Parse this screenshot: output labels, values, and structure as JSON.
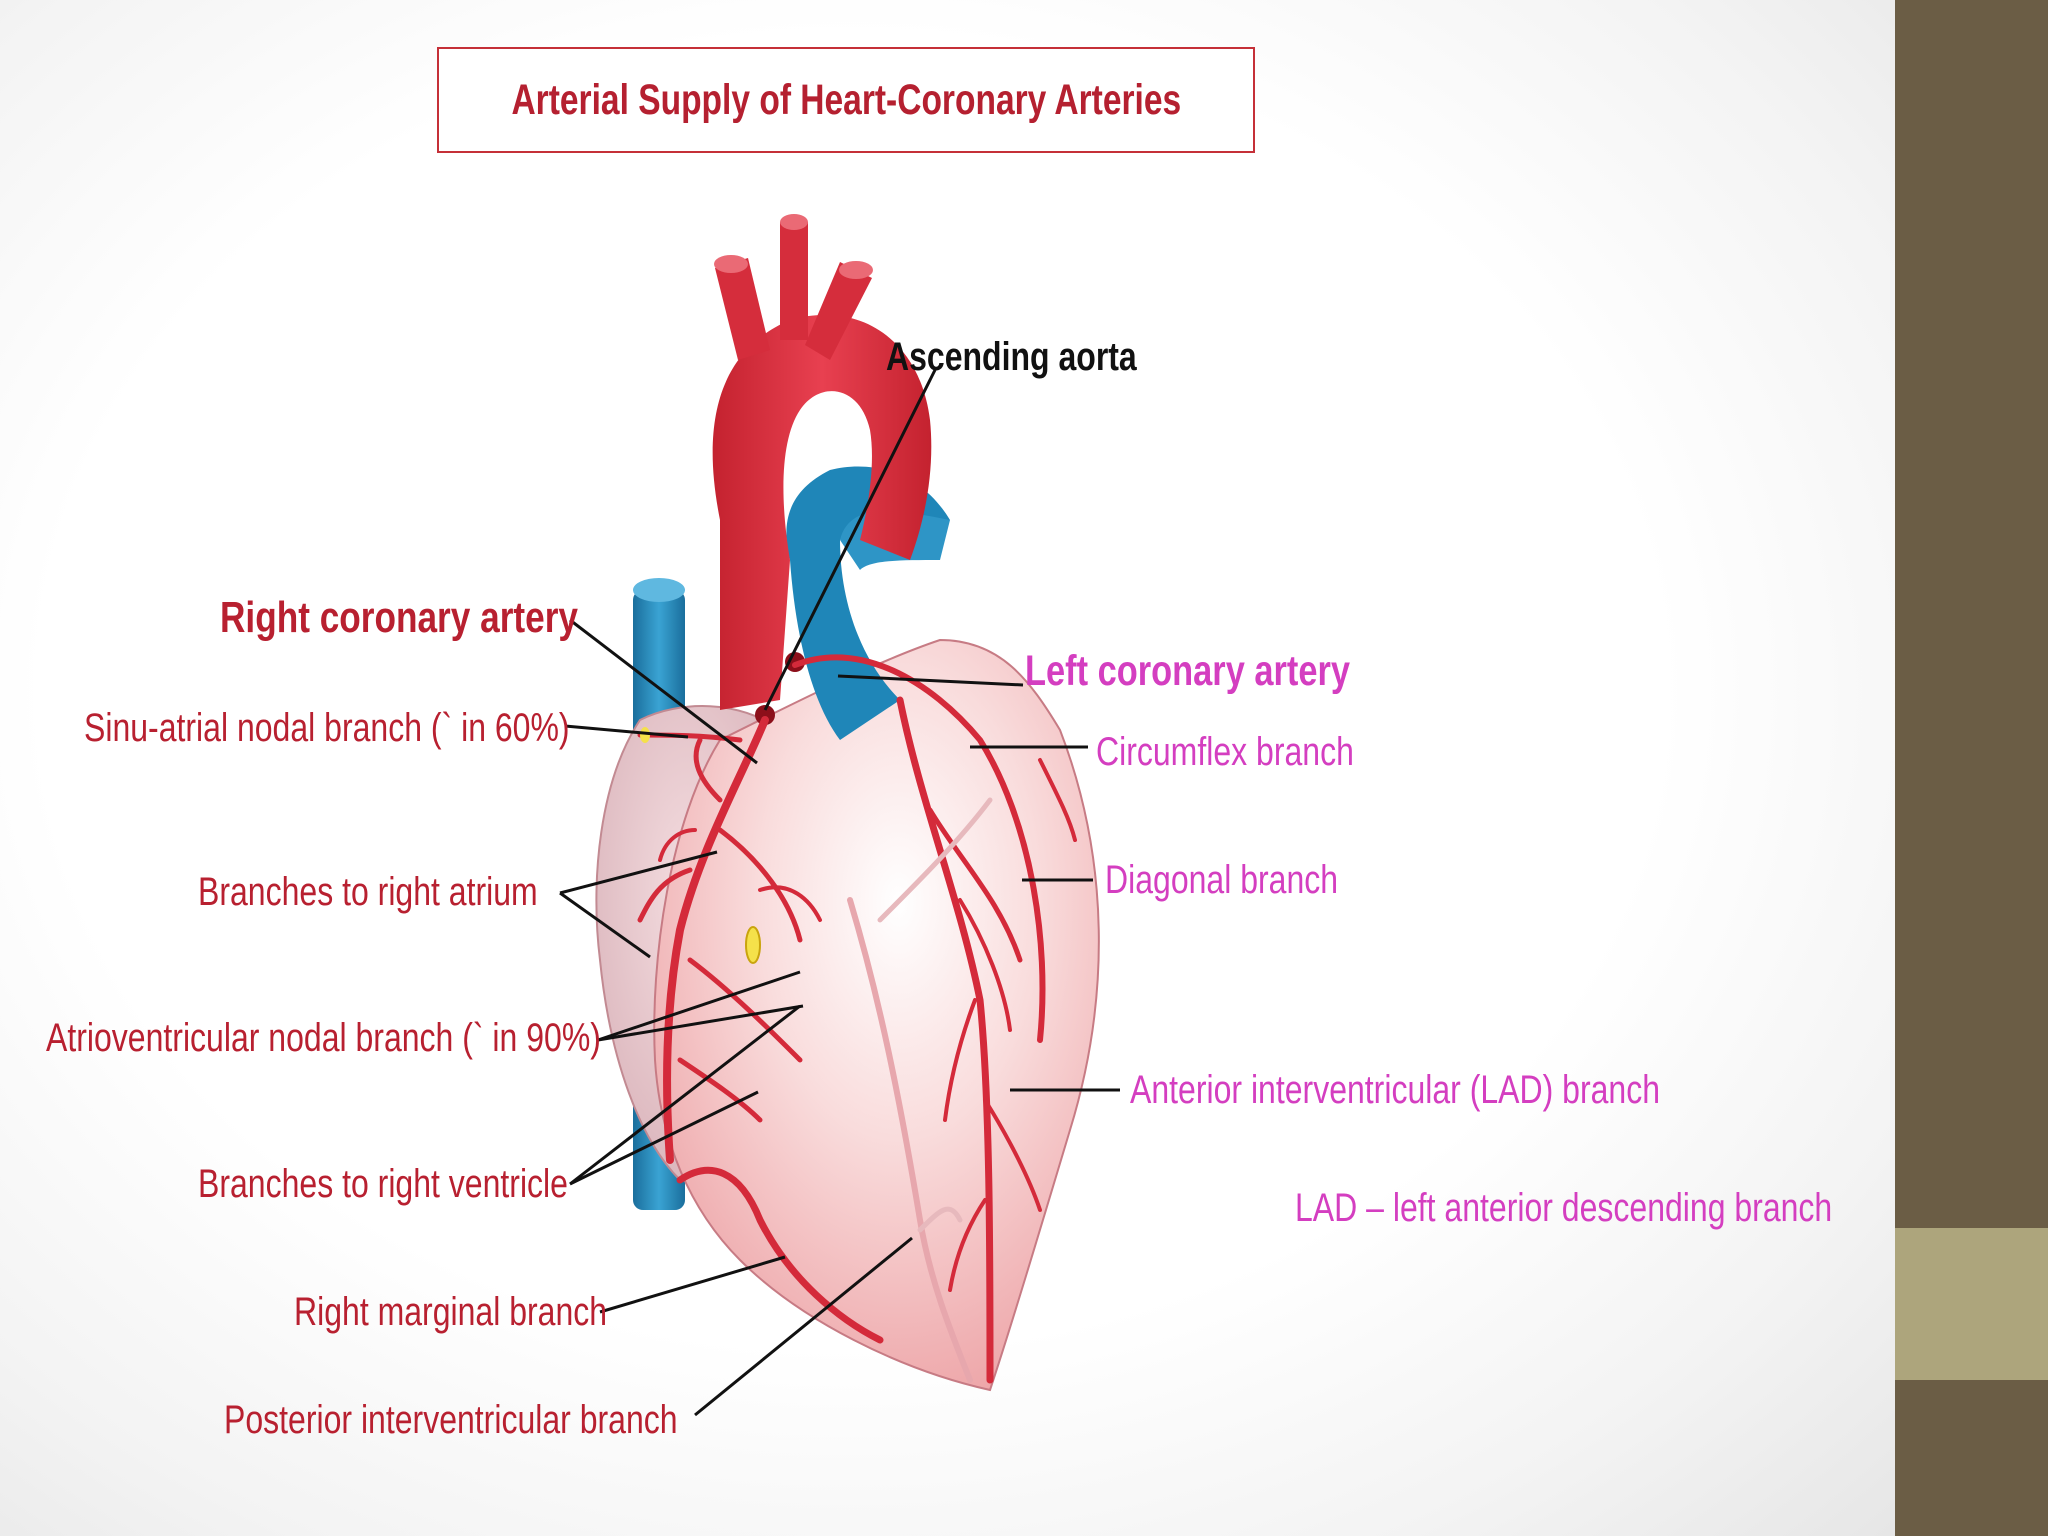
{
  "title": "Arterial Supply of Heart-Coronary Arteries",
  "labels": {
    "ascending_aorta": "Ascending aorta",
    "right_coronary_artery": "Right coronary artery",
    "sinu_atrial_nodal_branch": "Sinu-atrial nodal branch (` in 60%)",
    "branches_to_right_atrium": "Branches to right atrium",
    "atrioventricular_nodal_branch": "Atrioventricular nodal branch (` in 90%)",
    "branches_to_right_ventricle": "Branches to right ventricle",
    "right_marginal_branch": "Right marginal branch",
    "posterior_interventricular_branch": "Posterior interventricular branch",
    "left_coronary_artery": "Left coronary artery",
    "circumflex_branch": "Circumflex branch",
    "diagonal_branch": "Diagonal branch",
    "anterior_interventricular_branch": "Anterior interventricular (LAD) branch",
    "lad_note": "LAD – left anterior descending branch"
  },
  "colors": {
    "right_side_labels": "#b82030",
    "left_side_labels": "#d43ec0",
    "artery": "#d42a3a",
    "vein": "#1f86b8",
    "heart_muscle": "#f6c9c9",
    "sidebar_dark": "#6b5d45",
    "sidebar_band": "#ada57c"
  }
}
